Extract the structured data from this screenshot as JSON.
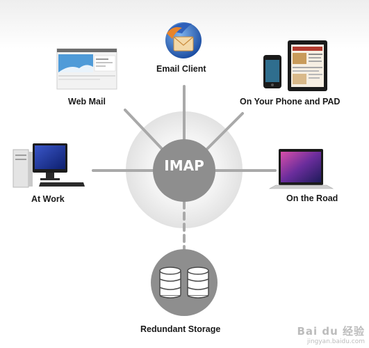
{
  "hub": {
    "label": "IMAP"
  },
  "nodes": {
    "email_client": "Email Client",
    "web_mail": "Web Mail",
    "phone_pad": "On Your Phone and PAD",
    "at_work": "At Work",
    "on_the_road": "On the Road",
    "storage": "Redundant Storage"
  },
  "watermark": {
    "main": "Bai du 经验",
    "sub": "jingyan.baidu.com"
  },
  "colors": {
    "hub": "#8e8e8e",
    "connector": "#a9a9a9",
    "halo": "#e4e4e4",
    "email_blue": "#2f6fc8",
    "email_orange": "#e8842a"
  }
}
